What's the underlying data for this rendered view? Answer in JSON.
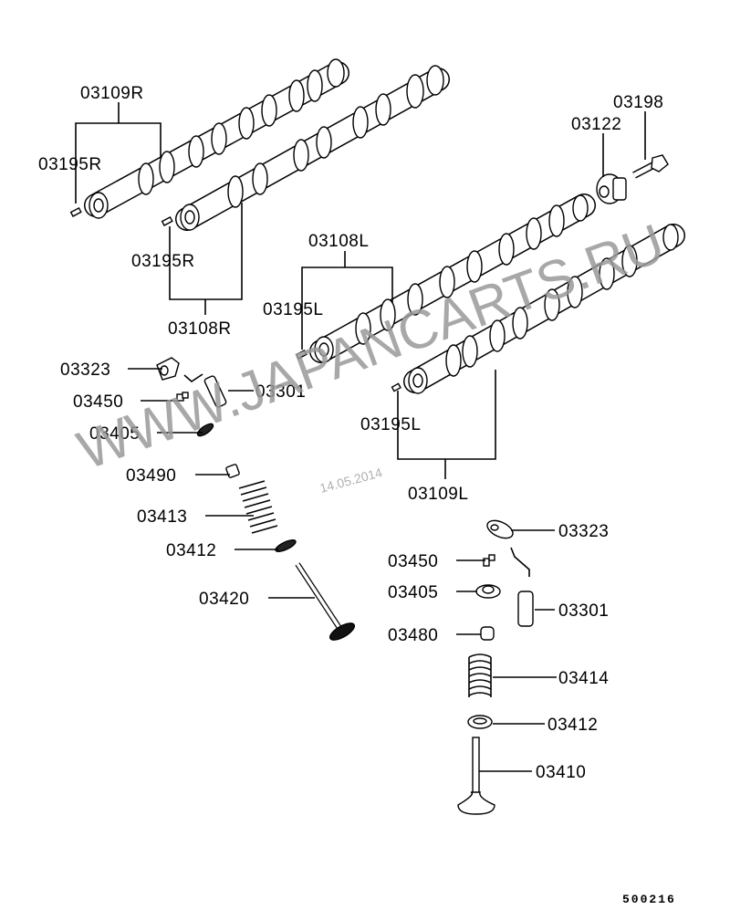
{
  "diagram": {
    "type": "exploded-parts-diagram",
    "subject": "camshaft and valve train",
    "reference_number": "500216",
    "watermark": "WWW.JAPANCARTS.RU",
    "date_stamp": "14.05.2014",
    "callouts": {
      "cam_right_1": "03109R",
      "pin_right_1": "03195R",
      "pin_right_2": "03195R",
      "cam_right_2": "03108R",
      "sprocket": "03122",
      "bolt": "03198",
      "cam_left_1": "03108L",
      "pin_left_1": "03195L",
      "pin_left_2": "03195L",
      "cam_left_2": "03109L",
      "left_rocker": "03323",
      "left_adjuster": "03450",
      "left_retainer": "03405",
      "left_lifter": "03301",
      "left_seal": "03490",
      "left_spring": "03413",
      "left_seat": "03412",
      "left_valve": "03420",
      "right_rocker": "03323",
      "right_adjuster": "03450",
      "right_retainer": "03405",
      "right_lifter": "03301",
      "right_seal": "03480",
      "right_spring": "03414",
      "right_seat": "03412",
      "right_valve": "03410"
    }
  }
}
